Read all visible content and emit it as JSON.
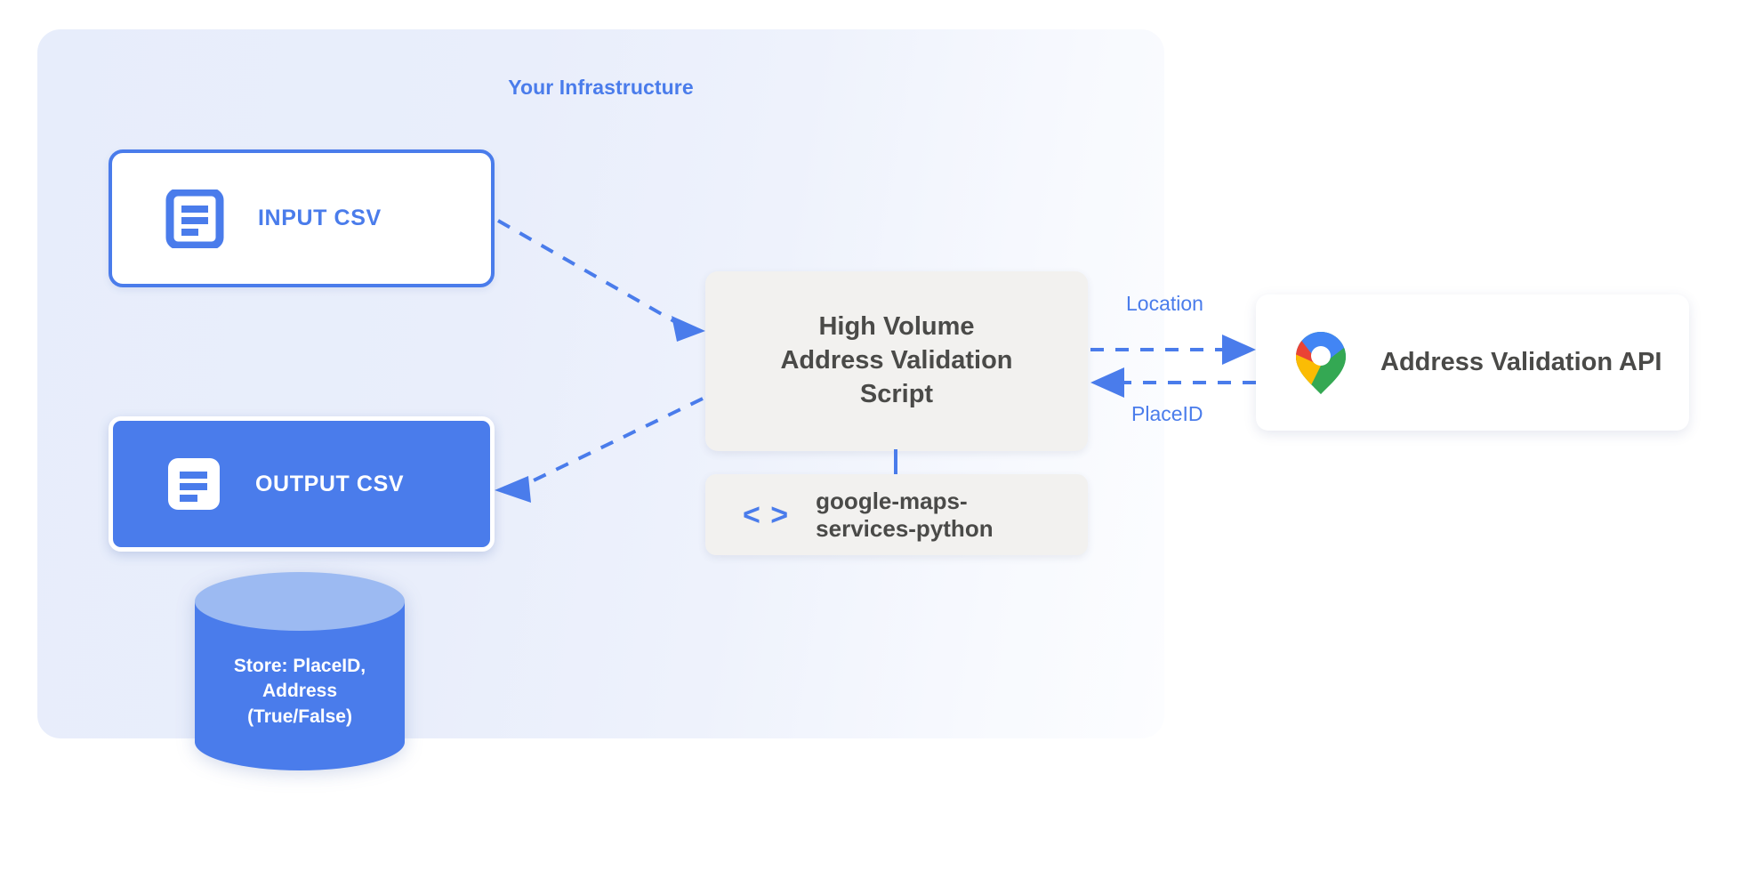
{
  "panel": {
    "title": "Your Infrastructure"
  },
  "nodes": {
    "input_csv": {
      "label": "INPUT CSV",
      "icon": "document-icon"
    },
    "output_csv": {
      "label": "OUTPUT CSV",
      "icon": "document-icon"
    },
    "script": {
      "line1": "High Volume",
      "line2": "Address Validation",
      "line3": "Script"
    },
    "library": {
      "icon_glyph": "< >",
      "line1": "google-maps-",
      "line2": "services-python"
    },
    "api": {
      "label": "Address Validation API",
      "icon": "google-maps-pin-icon"
    },
    "database": {
      "line1": "Store: PlaceID,",
      "line2": "Address",
      "line3": "(True/False)"
    }
  },
  "edges": {
    "location_label": "Location",
    "placeid_label": "PlaceID"
  },
  "colors": {
    "accent_blue": "#4a7ceb",
    "panel_bg": "#e7edfb",
    "box_gray": "#f2f1ef",
    "text_dark": "#4a4a48",
    "white": "#ffffff",
    "db_top": "#9cbaf2",
    "maps_blue": "#4285f4",
    "maps_red": "#ea4335",
    "maps_yellow": "#fbbc04",
    "maps_green": "#34a853"
  }
}
